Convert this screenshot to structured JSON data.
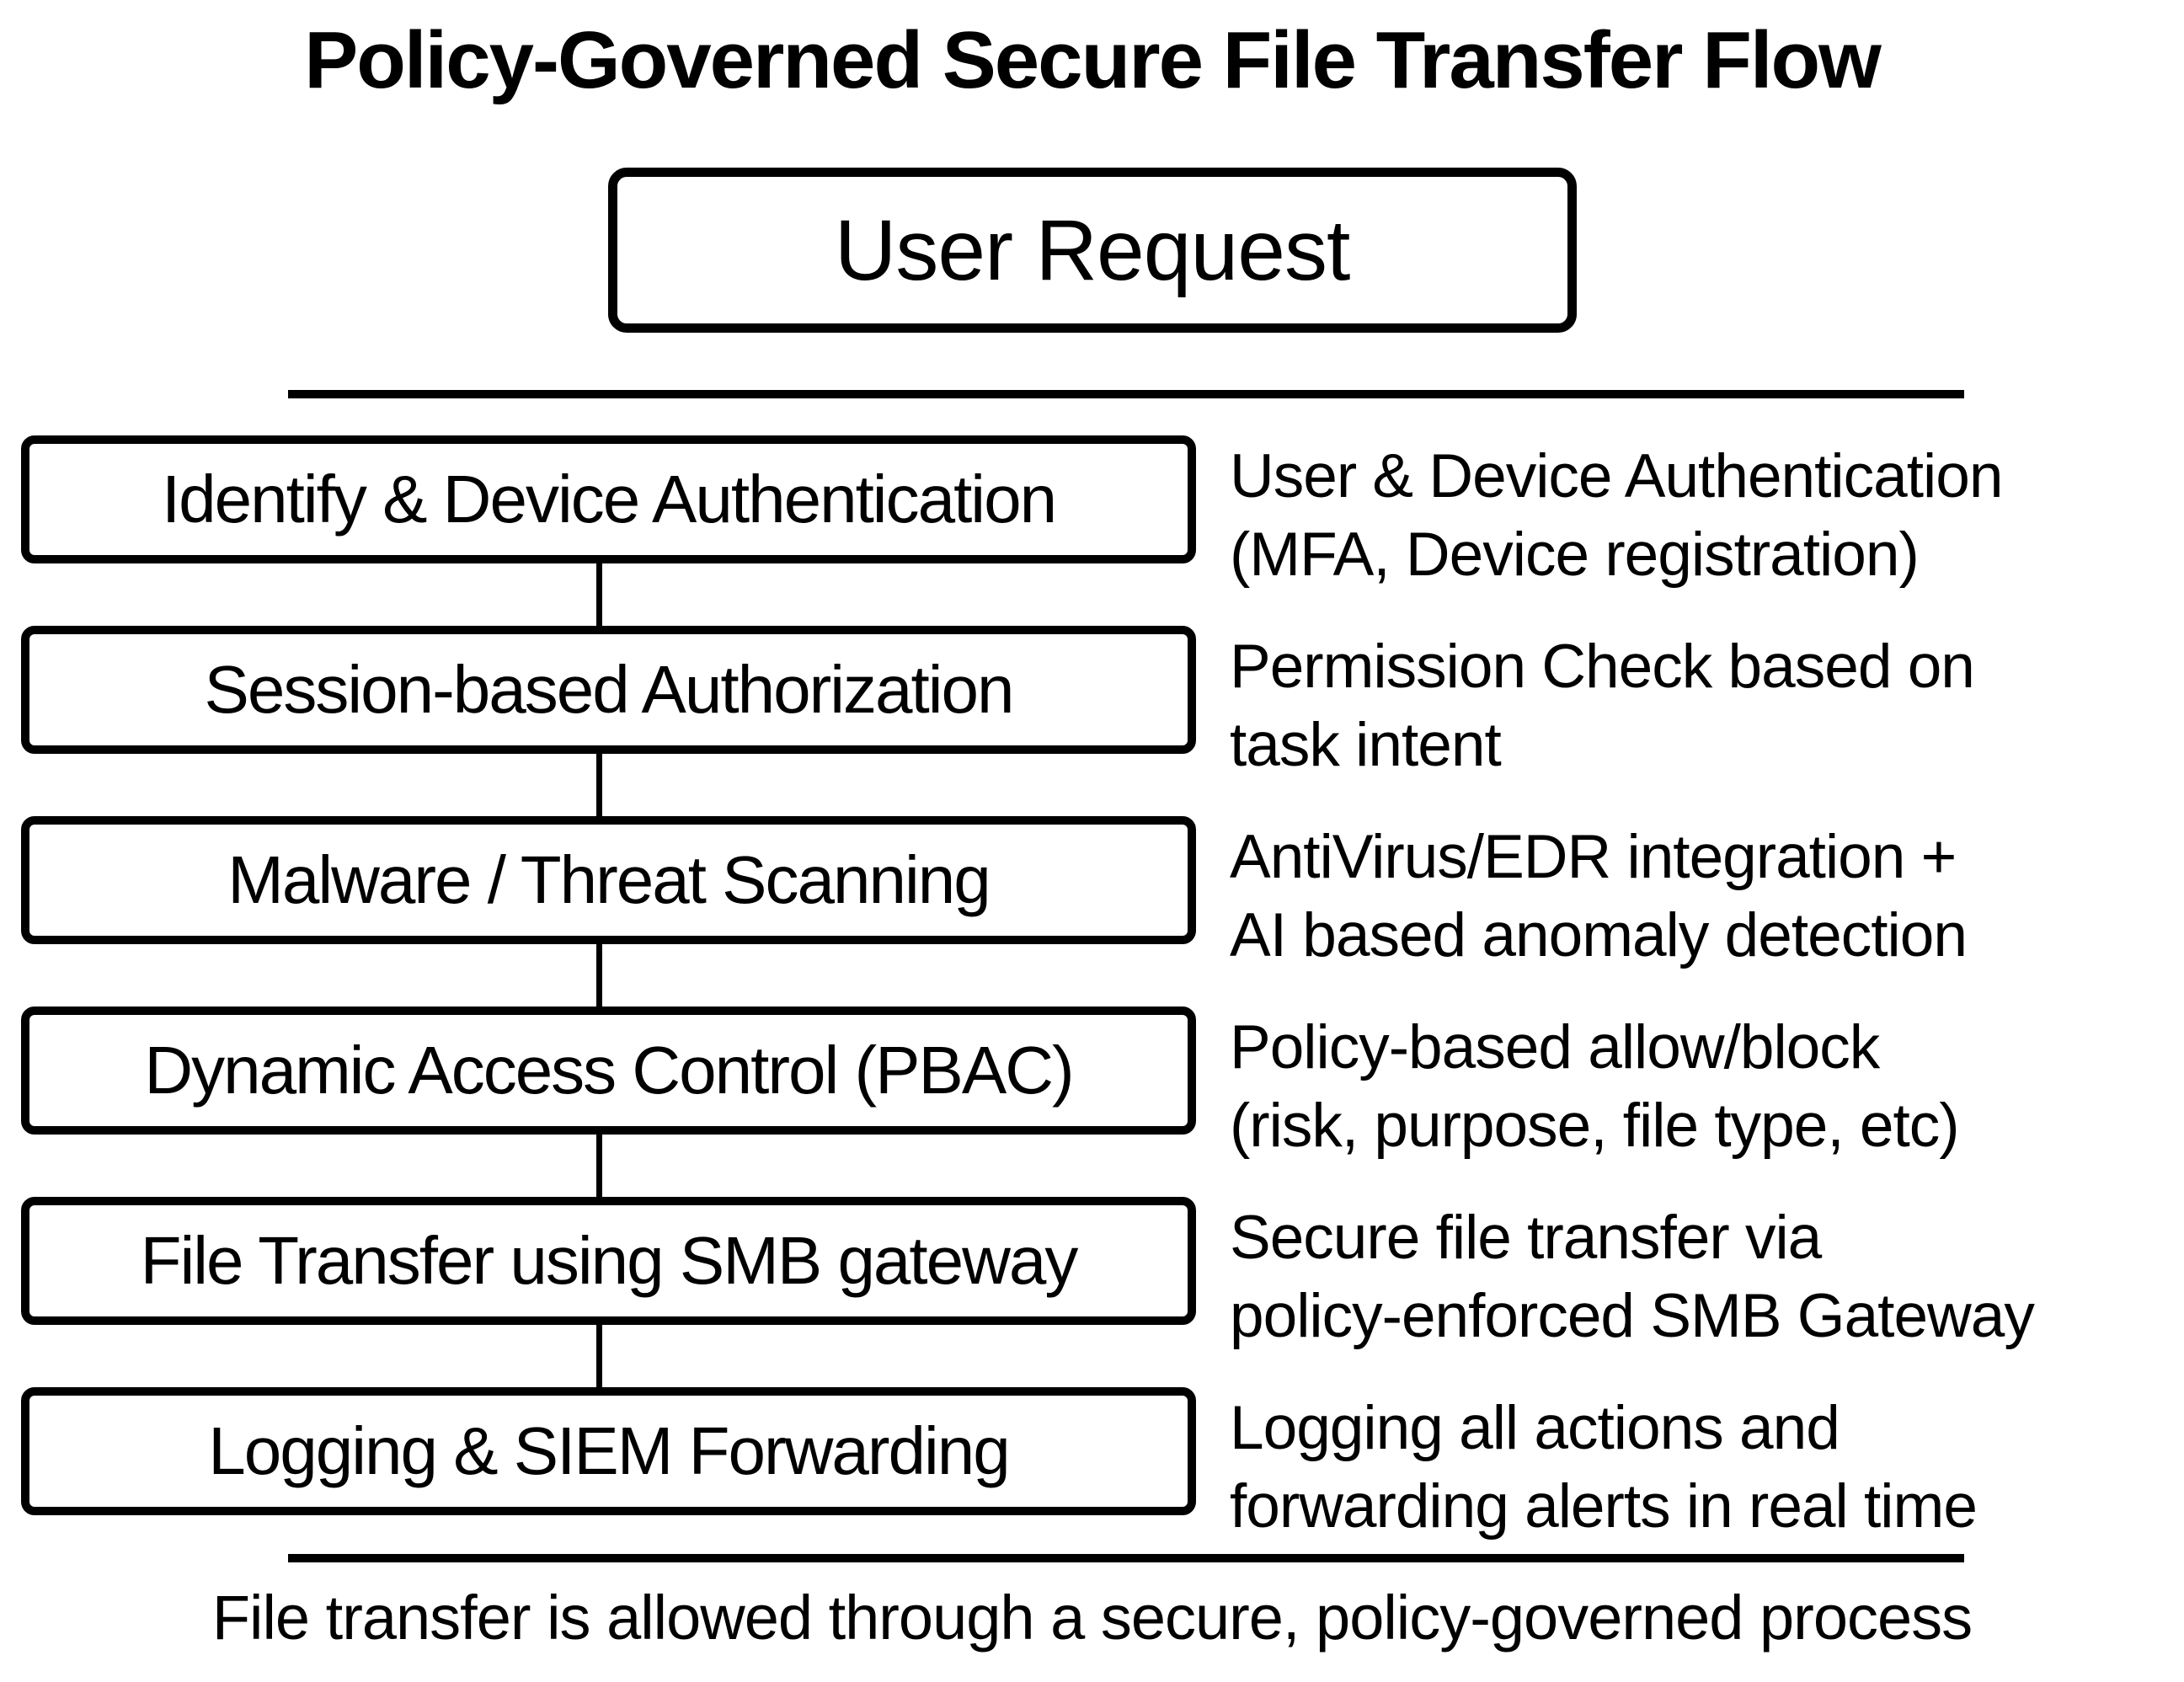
{
  "title": "Policy-Governed Secure File Transfer Flow",
  "start_node": {
    "label": "User Request"
  },
  "steps": [
    {
      "label": "Identify & Device Authentication",
      "note_line1": "User & Device Authentication",
      "note_line2": "(MFA, Device registration)"
    },
    {
      "label": "Session-based Authorization",
      "note_line1": "Permission Check based on",
      "note_line2": "task intent"
    },
    {
      "label": "Malware / Threat Scanning",
      "note_line1": "AntiVirus/EDR integration +",
      "note_line2": "AI based anomaly detection"
    },
    {
      "label": "Dynamic Access Control (PBAC)",
      "note_line1": "Policy-based allow/block",
      "note_line2": "(risk, purpose, file type, etc)"
    },
    {
      "label": "File Transfer using SMB gateway",
      "note_line1": "Secure file transfer via",
      "note_line2": "policy-enforced SMB Gateway"
    },
    {
      "label": "Logging & SIEM Forwarding",
      "note_line1": "Logging all actions and",
      "note_line2": "forwarding alerts in real time"
    }
  ],
  "footer": "File transfer is allowed through a secure, policy-governed process",
  "colors": {
    "ink": "#000000",
    "background": "#ffffff"
  }
}
